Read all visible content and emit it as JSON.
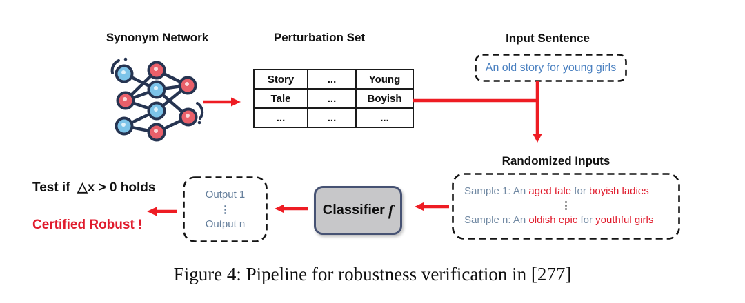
{
  "colors": {
    "arrow-red": "#ee1c23",
    "text-red": "#e01b2c",
    "slate": "#7189a3",
    "input-blue": "#4a80c0",
    "output-slate": "#647e9b",
    "node-red": "#e9606a",
    "node-blue": "#7cc3e8",
    "edge-dark": "#263451",
    "classifier-fill": "#c7c7c9",
    "classifier-border": "#465273"
  },
  "titles": {
    "synonym_network": "Synonym Network",
    "perturbation_set": "Perturbation Set",
    "input_sentence": "Input Sentence",
    "randomized_inputs": "Randomized Inputs"
  },
  "perturbation_table": {
    "rows": [
      [
        "Story",
        "...",
        "Young"
      ],
      [
        "Tale",
        "...",
        "Boyish"
      ],
      [
        "...",
        "...",
        "..."
      ]
    ]
  },
  "input_sentence": {
    "text": "An old story for young girls"
  },
  "randomized": {
    "ellipsis": "⋮",
    "sample1": {
      "s0": "Sample 1: An ",
      "r1": "aged tale",
      "s1": " for ",
      "r2": "boyish ladies"
    },
    "samplen": {
      "s0": "Sample n: An ",
      "r1": "oldish epic",
      "s1": " for ",
      "r2": "youthful girls"
    }
  },
  "classifier": {
    "word": "Classifier",
    "symbol": "f"
  },
  "outputs": {
    "line1": "Output 1",
    "ellipsis": "⋮",
    "line2": "Output n"
  },
  "result": {
    "test_line": "Test if  △x > 0 holds",
    "certified_line": "Certified Robust !"
  },
  "caption": "Figure 4: Pipeline for robustness verification in [277]"
}
